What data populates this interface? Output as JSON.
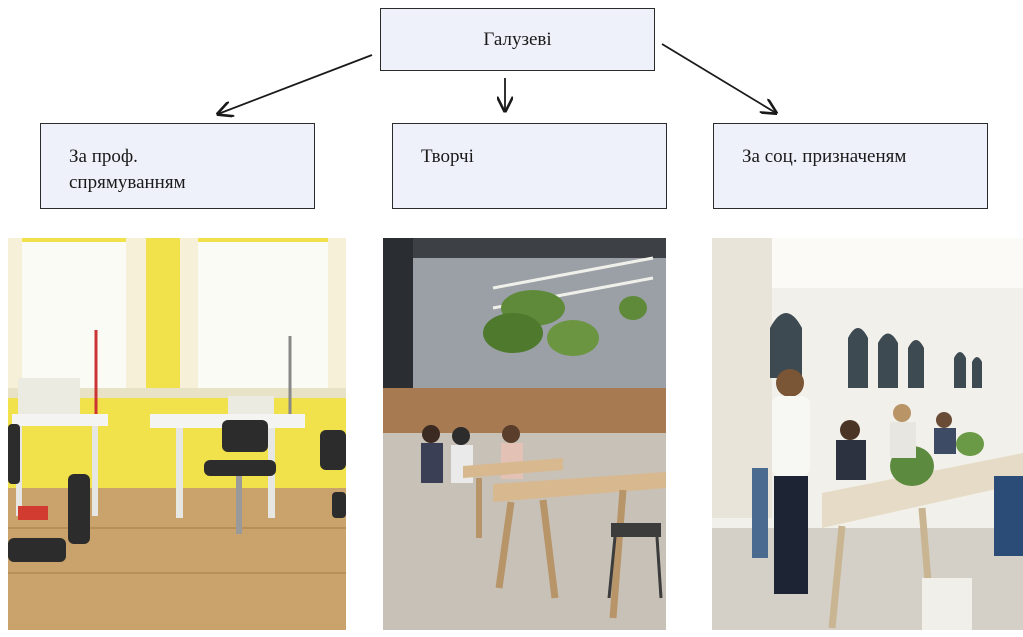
{
  "root": {
    "label": "Галузеві"
  },
  "categories": [
    {
      "lines": [
        "За проф.",
        "спрямуванням"
      ]
    },
    {
      "lines": [
        "Творчі"
      ]
    },
    {
      "lines": [
        "За соц. призначеням"
      ]
    }
  ],
  "photos": [
    {
      "icon": "sewing-workshop-photo"
    },
    {
      "icon": "creative-workshop-photo"
    },
    {
      "icon": "social-meeting-room-photo"
    }
  ],
  "colors": {
    "box_fill": "#eef1fa",
    "box_border": "#2b2b2b",
    "arrow": "#1a1a1a",
    "wall_yellow": "#f1e14a",
    "floor_wood": "#c9a36b"
  }
}
